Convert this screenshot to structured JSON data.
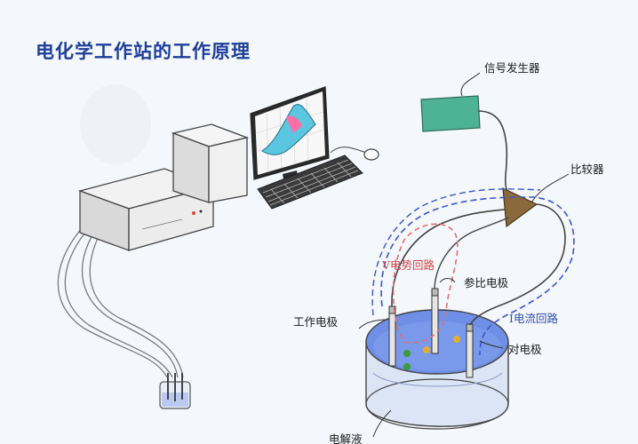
{
  "title": "电化学工作站的工作原理",
  "labels": {
    "signal_generator": "信号发生器",
    "comparator": "比较器",
    "reference_electrode": "参比电极",
    "working_electrode": "工作电极",
    "counter_electrode": "对电极",
    "electrolyte": "电解液",
    "potential_loop": "V电势回路",
    "current_loop": "I电流回路"
  },
  "colors": {
    "title": "#1e3f9a",
    "signal_box": "#4db394",
    "comparator": "#8a6a3c",
    "electrolyte": "#6f8fe6",
    "potential_loop": "#e07070",
    "current_loop": "#3a56c8",
    "cv_curve": "#5bc6e0"
  },
  "icons": [
    "signal-generator-icon",
    "comparator-icon",
    "monitor-icon",
    "keyboard-icon",
    "mouse-icon",
    "potentiostat-icon",
    "computer-tower-icon",
    "electrolytic-cell-icon",
    "small-cell-icon"
  ]
}
